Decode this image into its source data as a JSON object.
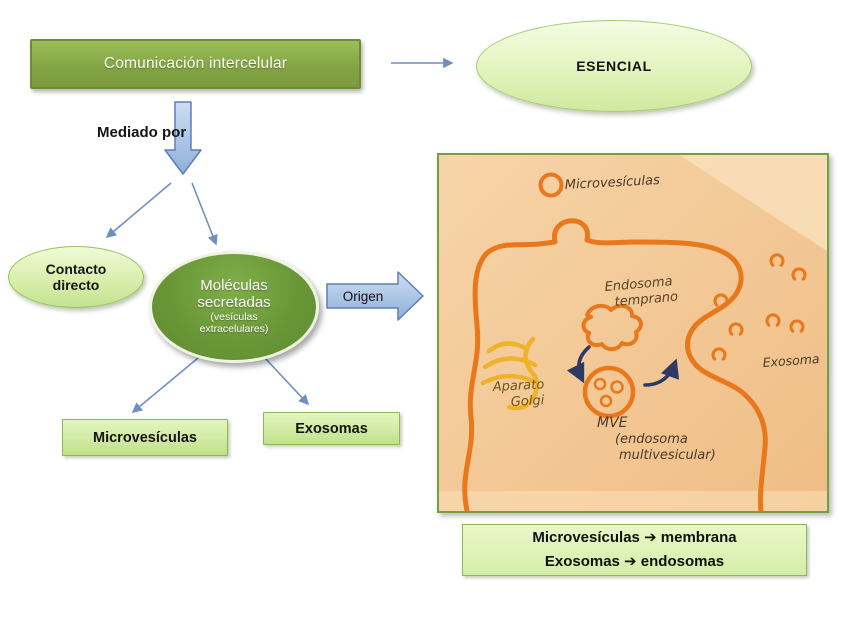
{
  "palette": {
    "olive_box": "#84a544",
    "light_green_shape": "#d7eda9",
    "dark_green_ellipse": "#699738",
    "arrow_blue": "#95b3d7",
    "sketch_paper": "#f5cda0",
    "marker_orange": "#e8781b",
    "marker_yellow": "#efb32a",
    "navy_arrow": "#2e3a66"
  },
  "flowchart": {
    "title_box": {
      "label": "Comunicación intercelular"
    },
    "esencial_ellipse": {
      "label": "ESENCIAL"
    },
    "mediado_por_label": "Mediado por",
    "contacto_ellipse": {
      "line1": "Contacto",
      "line2": "directo"
    },
    "moleculas_ellipse": {
      "line1": "Moléculas",
      "line2": "secretadas",
      "line3": "(vesículas",
      "line4": "extracelulares)"
    },
    "origen_arrow_label": "Origen",
    "microvesiculas_box": {
      "label": "Microvesículas"
    },
    "exosomas_box": {
      "label": "Exosomas"
    }
  },
  "sketch": {
    "labels": {
      "microvesiculas": "Microvesículas",
      "endosoma_line1": "Endosoma",
      "endosoma_line2": "temprano",
      "golgi_line1": "Aparato",
      "golgi_line2": "Golgi",
      "mve_line1": "MVE",
      "mve_line2": "(endosoma",
      "mve_line3": "multivesicular)",
      "exosoma": "Exosoma"
    }
  },
  "caption": {
    "line1": "Microvesículas ➔ membrana",
    "line2": "Exosomas ➔ endosomas"
  }
}
